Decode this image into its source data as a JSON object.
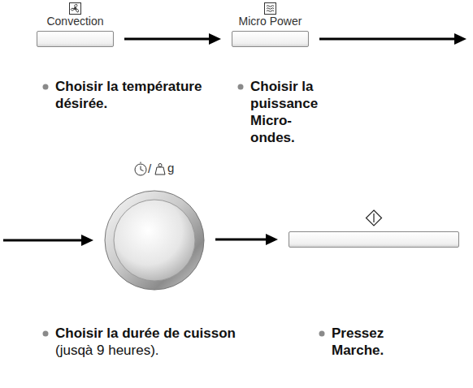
{
  "diagram": {
    "nodes": [
      {
        "text": [
          "Convection"
        ]
      },
      {
        "text": [
          "Micro Power"
        ]
      },
      {
        "text": [
          "/",
          "g"
        ]
      },
      {
        "text": []
      }
    ],
    "edges": [
      {
        "from": 0,
        "to": 1,
        "arrow": "to"
      },
      {
        "from": 1,
        "to": 2,
        "arrow": "to"
      },
      {
        "from": 2,
        "to": 3,
        "arrow": "to"
      }
    ],
    "labels": [
      "Choisir la température désirée.",
      "Choisir la puissance Micro-ondes.",
      "Choisir la durée de cuisson",
      "(jusqà 9 heures).",
      "Pressez Marche."
    ]
  }
}
